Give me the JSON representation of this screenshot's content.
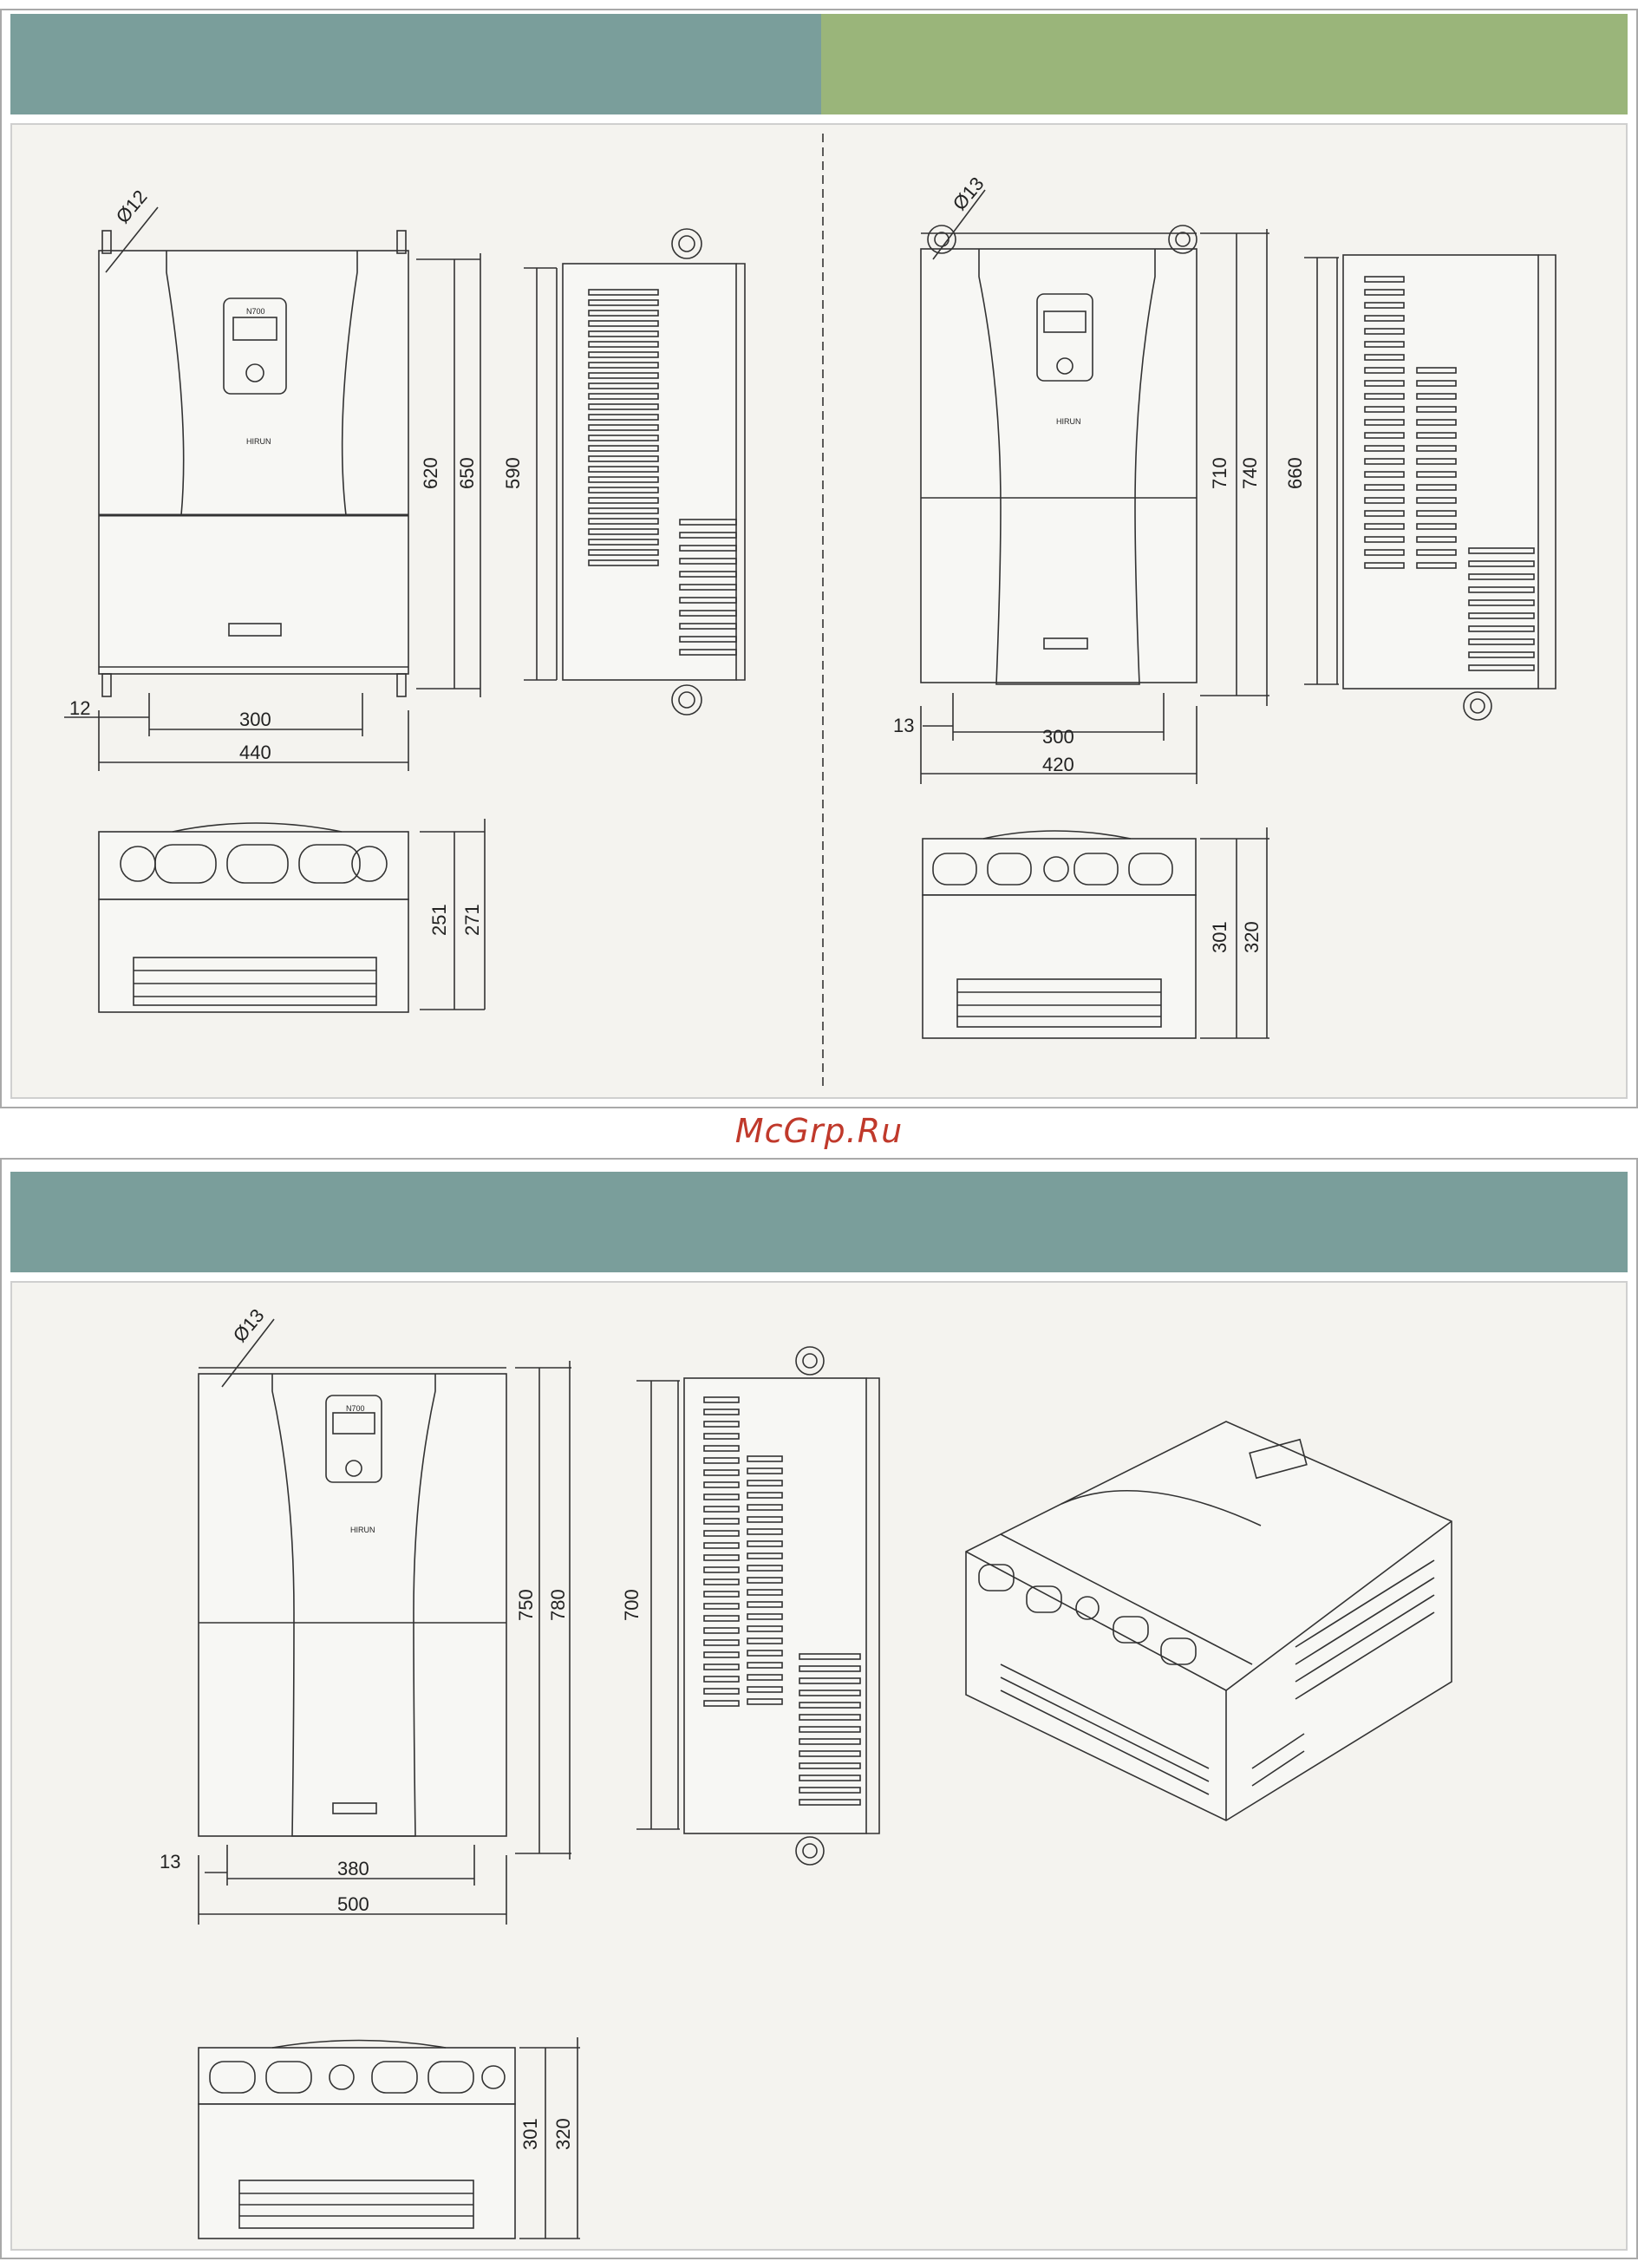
{
  "colors": {
    "teal_band": "#7a9e9b",
    "green_band": "#9ab57a",
    "panel_bg": "#f4f3ef",
    "watermark": "#c0392b",
    "line": "#333333"
  },
  "watermark": "McGrp.Ru",
  "top_page": {
    "left_drawing": {
      "hole_dia": "Ø12",
      "front_width": "440",
      "mount_spacing": "300",
      "edge_offset": "12",
      "height_mount": "620",
      "height_total": "650",
      "side_height": "590",
      "bottom_depth_inner": "251",
      "bottom_depth_total": "271"
    },
    "right_drawing": {
      "hole_dia": "Ø13",
      "front_width": "420",
      "mount_spacing": "300",
      "edge_offset": "13",
      "height_mount": "710",
      "height_total": "740",
      "side_height": "660",
      "bottom_depth_inner": "301",
      "bottom_depth_total": "320"
    }
  },
  "bottom_page": {
    "drawing": {
      "hole_dia": "Ø13",
      "front_width": "500",
      "mount_spacing": "380",
      "edge_offset": "13",
      "height_mount": "750",
      "height_total": "780",
      "side_height": "700",
      "bottom_depth_inner": "301",
      "bottom_depth_total": "320"
    }
  },
  "device": {
    "keypad_model": "N700",
    "brand": "HIRUN"
  }
}
